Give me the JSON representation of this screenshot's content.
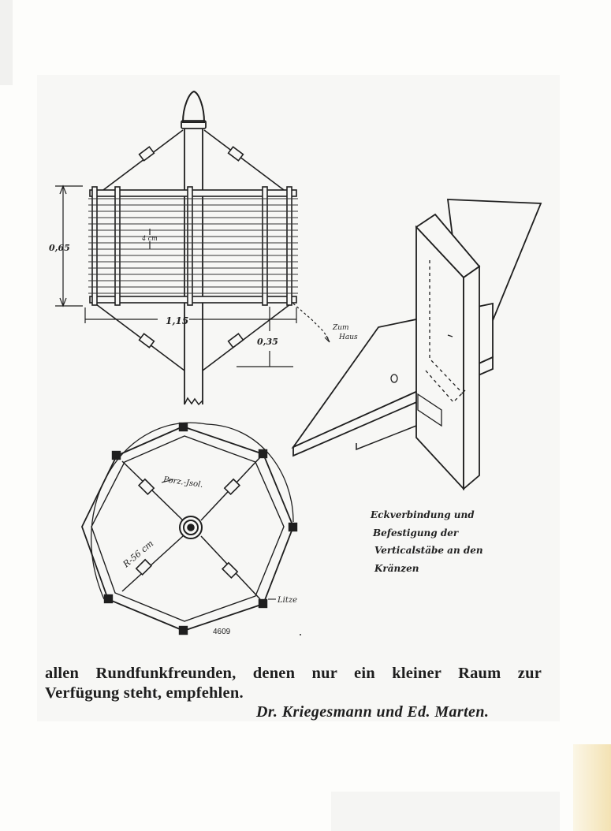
{
  "figure": {
    "dimensions": {
      "height_label": "0,65",
      "width_label": "1,15",
      "spacing_label": "4 cm",
      "offset_label": "0,35",
      "radius_label": "R-56 cm"
    },
    "annotations": {
      "to_house": [
        "Zum",
        "Haus"
      ],
      "insulator": "Porz.-Jsol.",
      "wire": "Litze",
      "figure_number": "4609"
    },
    "note_lines": [
      "Eckverbindung und",
      "Befestigung der",
      "Verticalstäbe an den",
      "Kränzen"
    ]
  },
  "text": {
    "body_line1": "allen Rundfunkfreunden, denen nur ein kleiner Raum zur",
    "body_line2": "Verfügung steht, empfehlen.",
    "authors": "Dr. Kriegesmann und Ed. Marten."
  }
}
